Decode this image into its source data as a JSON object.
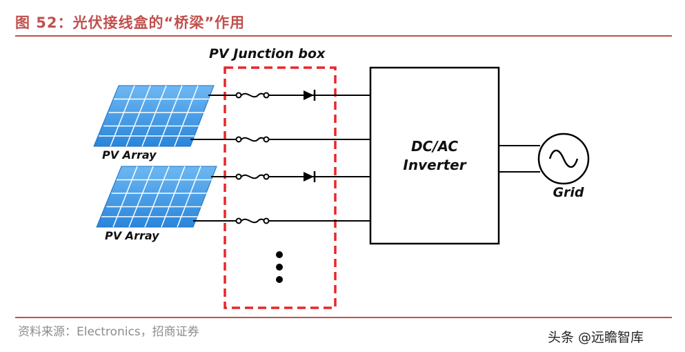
{
  "figure": {
    "title": "图 52：光伏接线盒的“桥梁”作用",
    "source": "资料来源：Electronics，招商证券",
    "watermark": "头条 @远瞻智库"
  },
  "diagram": {
    "junction_box_label": "PV Junction box",
    "pv_array_labels": [
      "PV Array",
      "PV Array"
    ],
    "inverter_label_line1": "DC/AC",
    "inverter_label_line2": "Inverter",
    "grid_label": "Grid"
  },
  "colors": {
    "accent": "#c0504d",
    "junction_box_border": "#e8262a",
    "panel_fill": "#3d9be9",
    "panel_grid": "#ffffff",
    "line": "#000000"
  }
}
